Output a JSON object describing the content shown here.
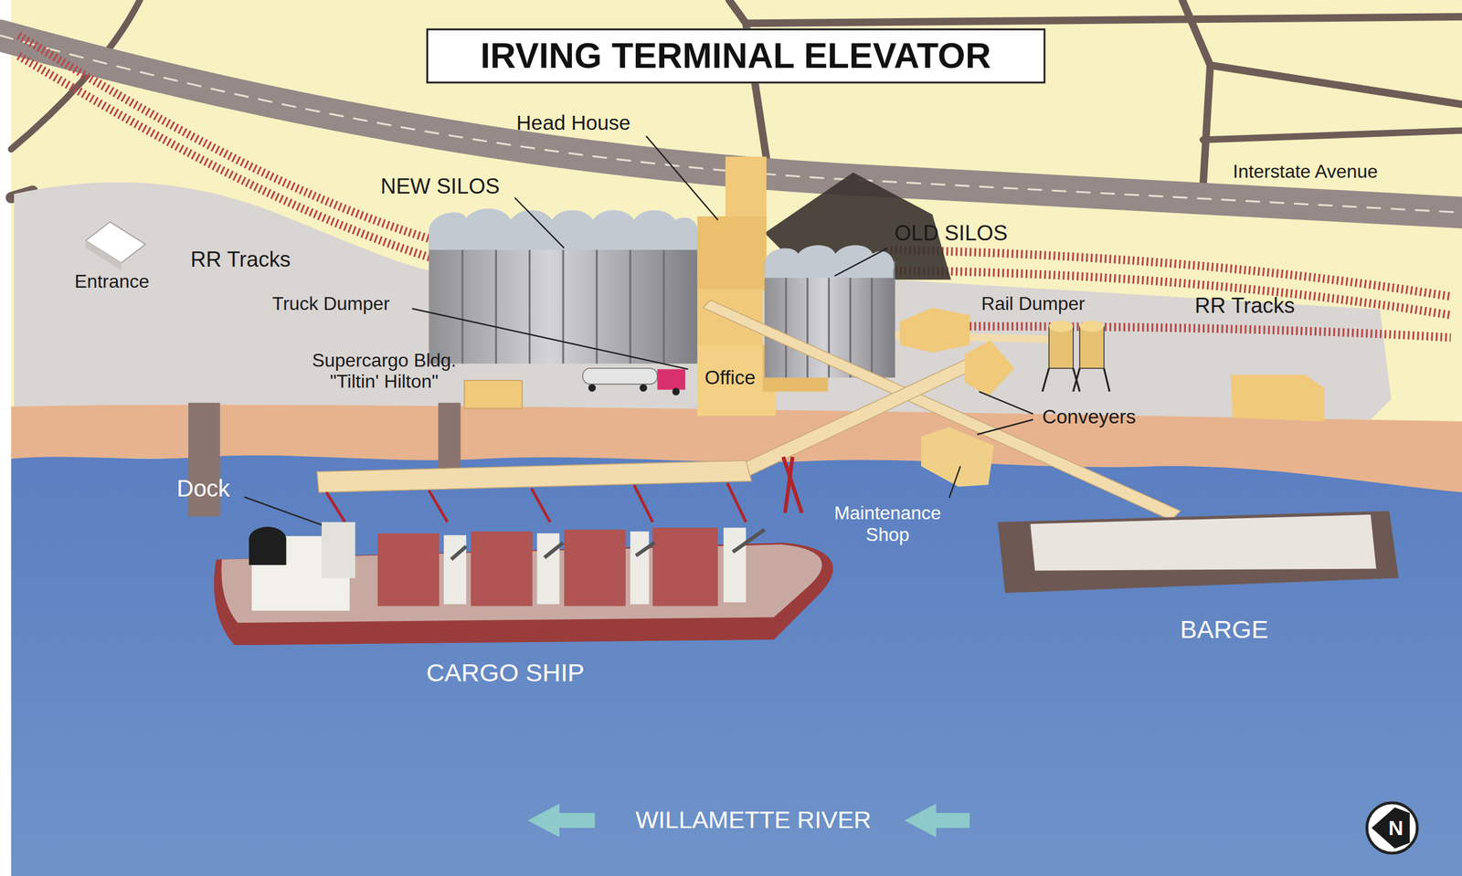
{
  "diagram": {
    "title": "IRVING TERMINAL ELEVATOR",
    "labels": [
      "Head House",
      "NEW SILOS",
      "OLD SILOS",
      "Interstate Avenue",
      "RR Tracks",
      "Entrance",
      "Truck Dumper",
      "Supercargo Bldg. \"Tiltin' Hilton\"",
      "Office",
      "Rail Dumper",
      "RR Tracks",
      "Conveyers",
      "Dock",
      "Maintenance Shop",
      "CARGO SHIP",
      "BARGE",
      "WILLAMETTE RIVER",
      "N"
    ]
  }
}
